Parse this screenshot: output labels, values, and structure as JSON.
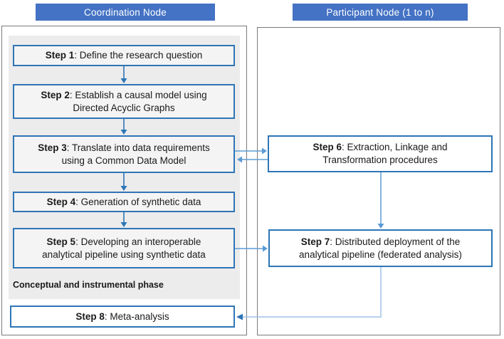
{
  "headers": {
    "coordination": "Coordination Node",
    "participant": "Participant Node (1 to n)"
  },
  "steps": [
    {
      "bold": "Step 1",
      "line1": ": Define the research question"
    },
    {
      "bold": "Step 2",
      "line1": ": Establish a causal model using",
      "line2": "Directed Acyclic Graphs"
    },
    {
      "bold": "Step 3",
      "line1": ": Translate into data requirements",
      "line2": "using a Common Data Model"
    },
    {
      "bold": "Step 4",
      "line1": ": Generation of synthetic data"
    },
    {
      "bold": "Step 5",
      "line1": ": Developing an interoperable",
      "line2": "analytical pipeline using synthetic data"
    },
    {
      "bold": "Step 6",
      "line1": ": Extraction, Linkage and",
      "line2": "Transformation procedures"
    },
    {
      "bold": "Step 7",
      "line1": ": Distributed deployment of the",
      "line2": "analytical pipeline (federated analysis)"
    },
    {
      "bold": "Step 8",
      "line1": ": Meta-analysis"
    }
  ],
  "phase_label": "Conceptual and instrumental phase",
  "connectors": [
    {
      "from": "step-1",
      "to": "step-2",
      "direction": "down"
    },
    {
      "from": "step-2",
      "to": "step-3",
      "direction": "down"
    },
    {
      "from": "step-3",
      "to": "step-4",
      "direction": "down"
    },
    {
      "from": "step-4",
      "to": "step-5",
      "direction": "down"
    },
    {
      "from": "step-3",
      "to": "step-6",
      "direction": "right"
    },
    {
      "from": "step-6",
      "to": "step-3",
      "direction": "left"
    },
    {
      "from": "step-5",
      "to": "step-7",
      "direction": "right"
    },
    {
      "from": "step-6",
      "to": "step-7",
      "direction": "down"
    },
    {
      "from": "step-7",
      "to": "step-8",
      "direction": "down-left"
    }
  ],
  "colors": {
    "header_blue": "#4472C4",
    "step_border_blue": "#2E75B6",
    "connector_blue": "#5B9BD5",
    "connector_light_blue": "#9DC3E6",
    "outer_border_gray": "#7a7a7a",
    "panel_gray": "#ececec"
  }
}
